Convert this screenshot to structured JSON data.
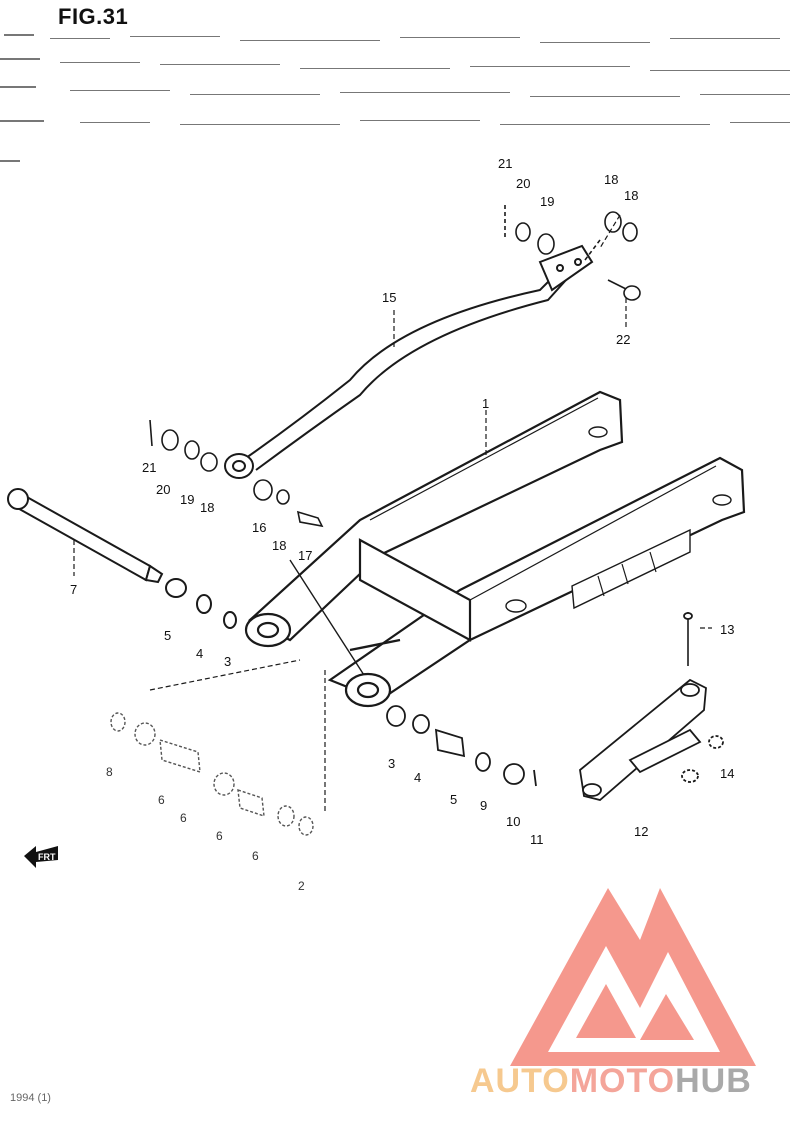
{
  "figure": {
    "title": "FIG.31",
    "footer_code": "1994 (1)",
    "front_marker": "FRT"
  },
  "watermark": {
    "part1": "AUTO",
    "part2": "MOTO",
    "part3": "HUB",
    "colors": {
      "auto": "#f6c98f",
      "moto": "#f4a59a",
      "hub": "#a9a9a9",
      "logo": "#f4877a"
    }
  },
  "callouts": {
    "c1": "1",
    "c3": "3",
    "c4": "4",
    "c5": "5",
    "c7": "7",
    "c15": "15",
    "c16": "16",
    "c17": "17",
    "c18a": "18",
    "c18b": "18",
    "c18c": "18",
    "c18d": "18",
    "c19a": "19",
    "c19b": "19",
    "c20a": "20",
    "c20b": "20",
    "c21a": "21",
    "c21b": "21",
    "c22": "22",
    "c3r": "3",
    "c4r": "4",
    "c5r": "5",
    "c9": "9",
    "c10": "10",
    "c11": "11",
    "c12": "12",
    "c13": "13",
    "c14": "14",
    "c8": "8",
    "c6a": "6",
    "c6b": "6",
    "c6c": "6",
    "c6d": "6",
    "c2": "2"
  }
}
